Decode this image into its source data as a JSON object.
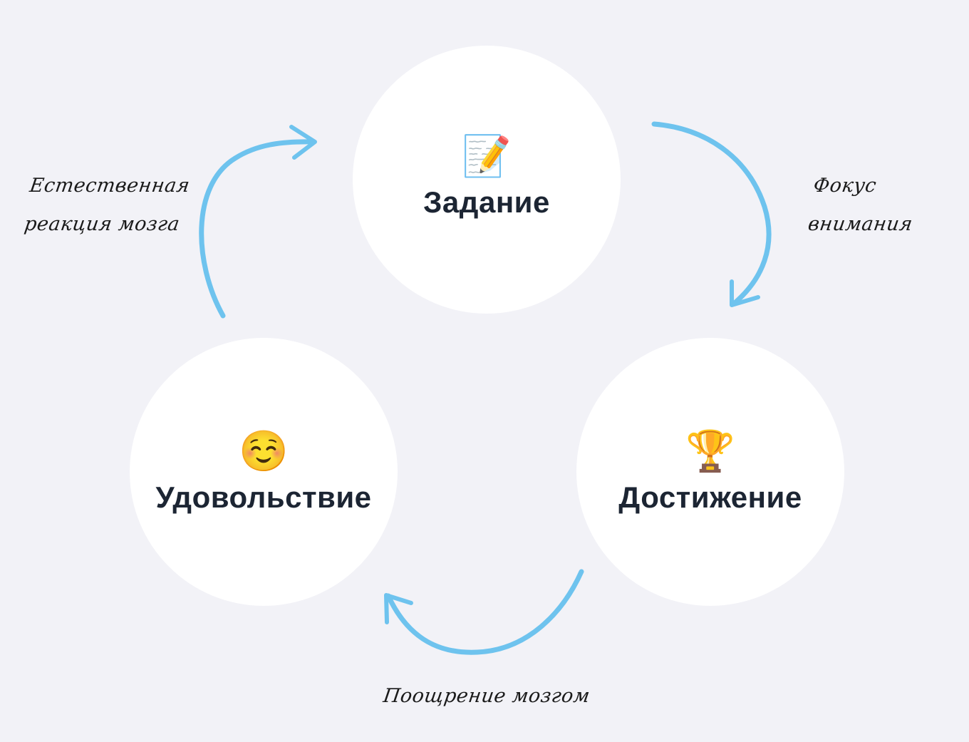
{
  "diagram": {
    "type": "cycle",
    "colors": {
      "background": "#f2f2f7",
      "node_fill": "#ffffff",
      "node_label": "#1c2533",
      "arrow": "#6ec3ee",
      "note_text": "#1a1a1a"
    },
    "nodes": [
      {
        "id": "task",
        "label": "Задание",
        "icon": "memo-pencil-icon",
        "emoji": "📝"
      },
      {
        "id": "achievement",
        "label": "Достижение",
        "icon": "trophy-icon",
        "emoji": "🏆"
      },
      {
        "id": "pleasure",
        "label": "Удовольствие",
        "icon": "smiling-face-icon",
        "emoji": "☺️"
      }
    ],
    "edges": [
      {
        "from": "task",
        "to": "achievement",
        "label_lines": [
          "Фокус",
          "внимания"
        ]
      },
      {
        "from": "achievement",
        "to": "pleasure",
        "label_lines": [
          "Поощрение мозгом"
        ]
      },
      {
        "from": "pleasure",
        "to": "task",
        "label_lines": [
          "Естественная",
          "реакция мозга"
        ]
      }
    ]
  }
}
